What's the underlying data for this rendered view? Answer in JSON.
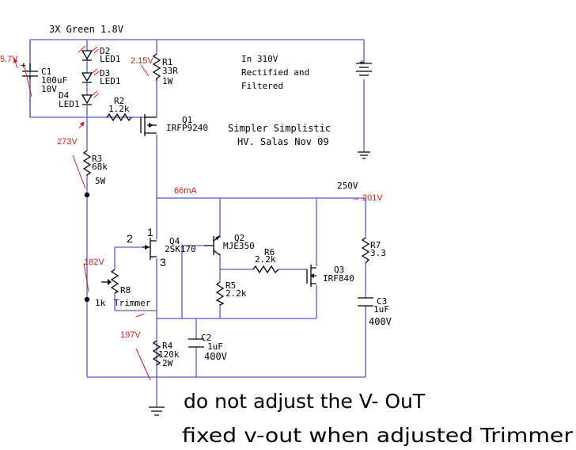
{
  "header": {
    "leds_title": "3X Green 1.8V"
  },
  "supply": {
    "line1": "In 310V",
    "line2": "Rectified and",
    "line3": "Filtered"
  },
  "credits": {
    "line1": "Simpler Simplistic",
    "line2": "HV. Salas Nov 09"
  },
  "components": {
    "c1": {
      "ref": "C1",
      "value": "100uF",
      "rating": "10V",
      "plus": "+"
    },
    "d2": {
      "ref": "D2",
      "value": "LED1"
    },
    "d3": {
      "ref": "D3",
      "value": "LED1"
    },
    "d4": {
      "ref": "D4",
      "value": "LED1"
    },
    "r1": {
      "ref": "R1",
      "value": "33R",
      "power": "1W"
    },
    "r2": {
      "ref": "R2",
      "value": "1.2k"
    },
    "q1": {
      "ref": "Q1",
      "value": "IRFP9240"
    },
    "r3": {
      "ref": "R3",
      "value": "68k",
      "power": "5W"
    },
    "q4": {
      "ref": "Q4",
      "value": "2SK170"
    },
    "q2": {
      "ref": "Q2",
      "value": "MJE350"
    },
    "r6": {
      "ref": "R6",
      "value": "2.2k"
    },
    "q3": {
      "ref": "Q3",
      "value": "IRF840"
    },
    "r5": {
      "ref": "R5",
      "value": "2.2k"
    },
    "r7": {
      "ref": "R7",
      "value": "3.3"
    },
    "c3": {
      "ref": "C3",
      "value": "1uF",
      "rating": "400V"
    },
    "r8": {
      "ref": "R8",
      "value": "1k",
      "note": "Trimmer"
    },
    "c2": {
      "ref": "C2",
      "value": "1uF",
      "rating": "400V"
    },
    "r4": {
      "ref": "R4",
      "value": "120k",
      "power": "2W"
    },
    "battery_plus": "+"
  },
  "pins": {
    "drain": "1",
    "gate": "2",
    "source": "3"
  },
  "annotations": {
    "v_c1": "5.7V",
    "v_r1": "2.15V",
    "v_r3": "273V",
    "current": "66mA",
    "v_out_nominal": "250V",
    "v_out_measured": "→ 201V",
    "v_gate": "182V",
    "v_bottom": "197V"
  },
  "notes": {
    "line1": "do not adjust the V- OuT",
    "line2": "fixed v-out when adjusted Trimmer"
  },
  "colors": {
    "wire": "#5a5ac8",
    "annotation": "#d0201a",
    "component": "#000000"
  }
}
